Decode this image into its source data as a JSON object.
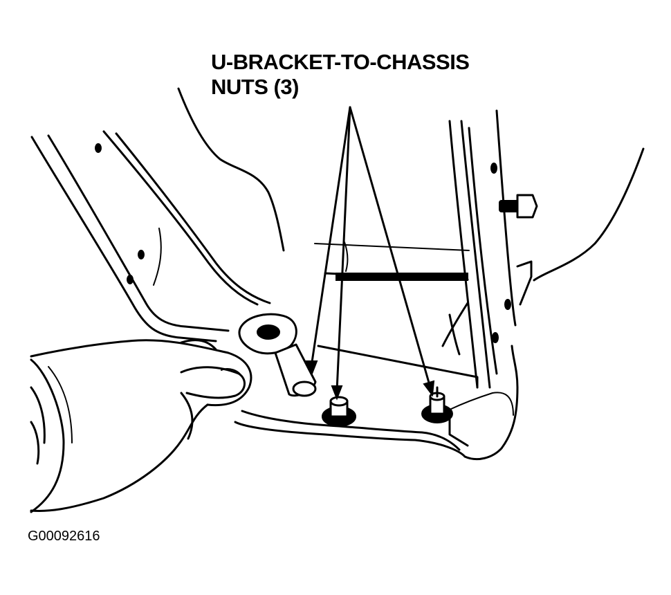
{
  "callout": {
    "line1": "U-BRACKET-TO-CHASSIS",
    "line2": "NUTS (3)"
  },
  "figure_id": "G00092616"
}
